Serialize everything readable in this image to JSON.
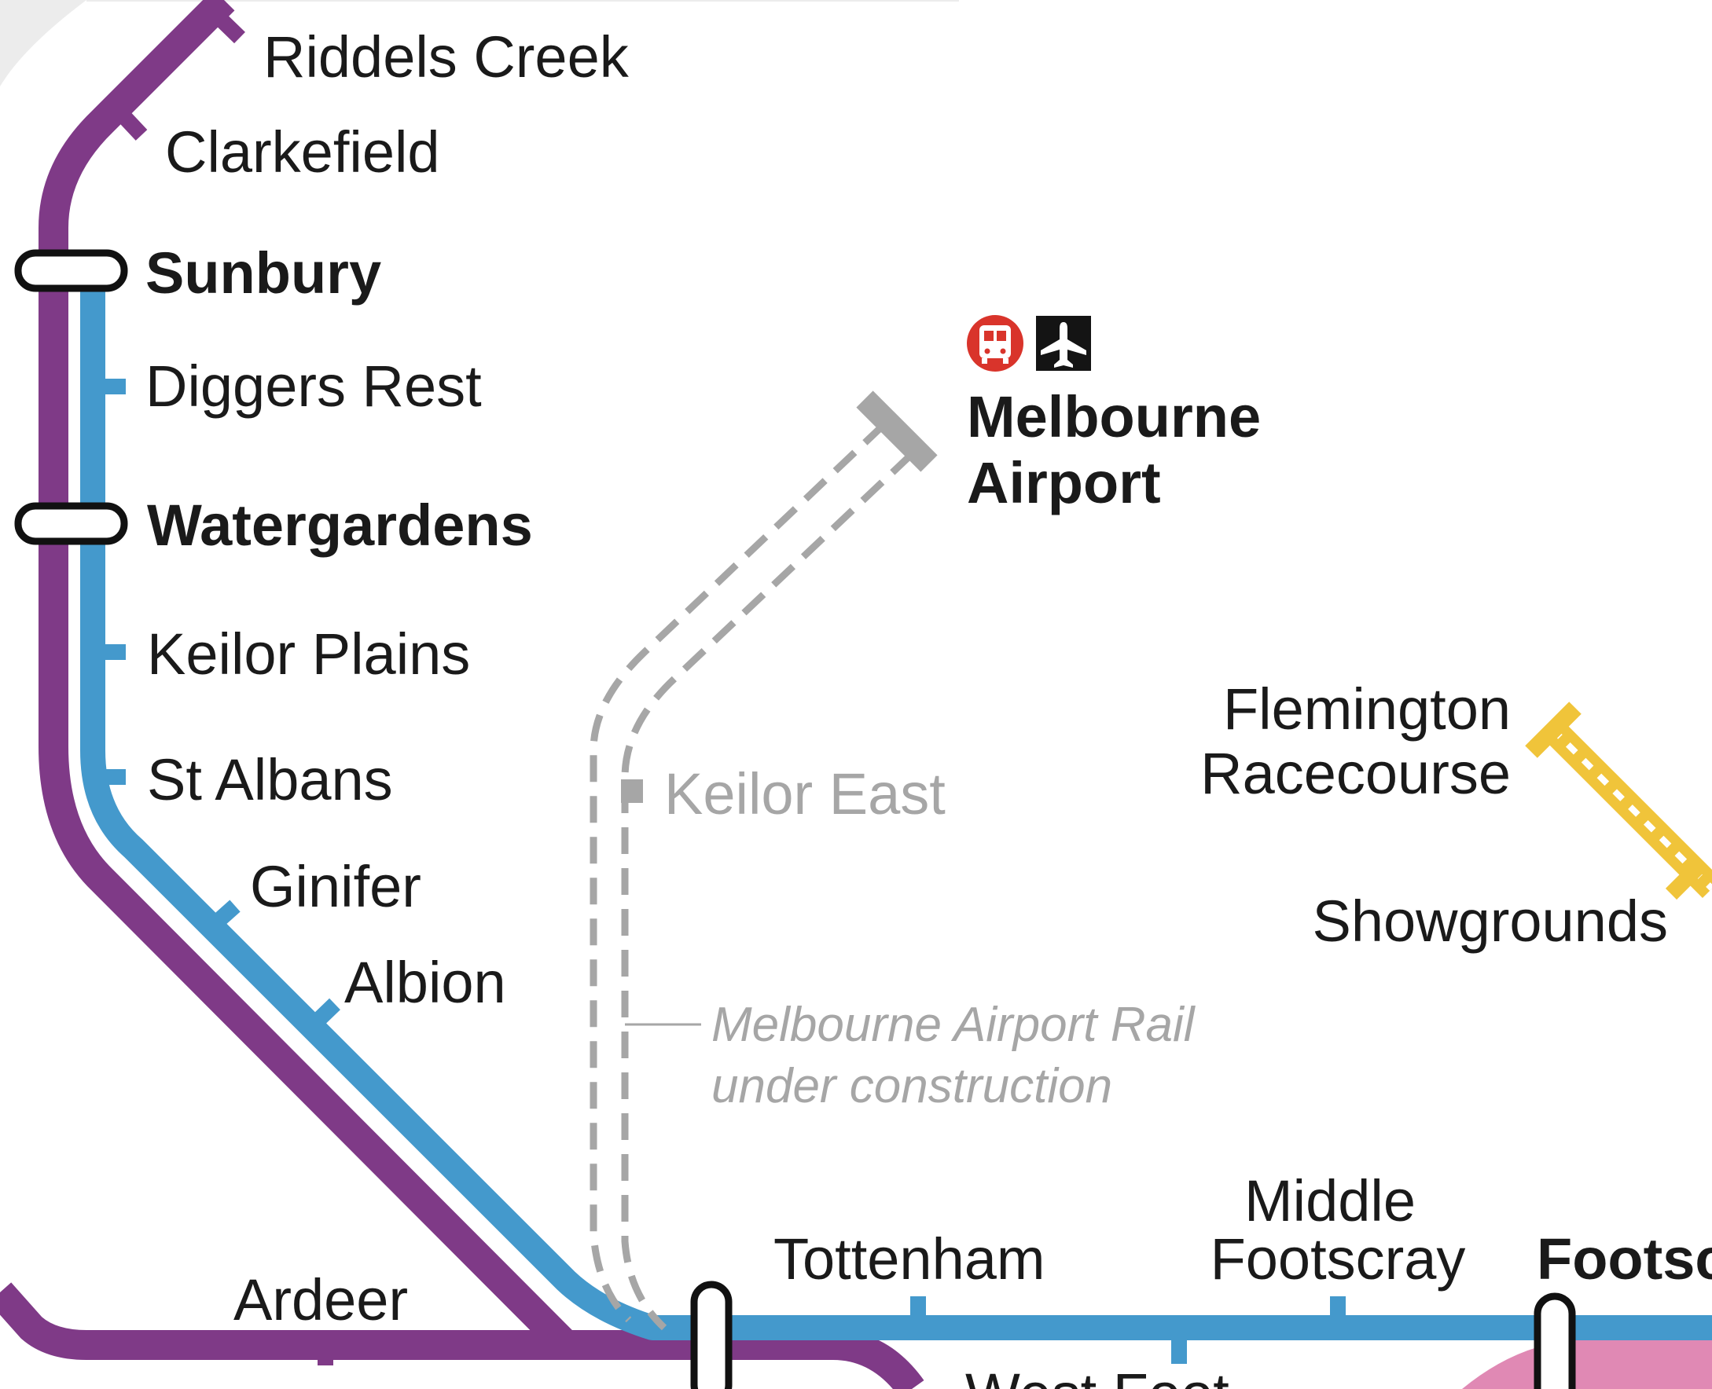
{
  "map": {
    "colors": {
      "background": "#ffffff",
      "corner_shade": "#ececec",
      "sunbury_line": "#4499cc",
      "regional_line": "#7f3a87",
      "flemington_line": "#f0c43a",
      "airport_rail": "#a6a6a6",
      "bus_icon": "#d9342b",
      "airport_icon": "#141414",
      "pink_area": "#e089b4",
      "station_text": "#1a1a1a",
      "inactive_text": "#a6a6a6"
    },
    "stations": {
      "riddells_creek": "Riddels Creek",
      "clarkefield": "Clarkefield",
      "sunbury": "Sunbury",
      "diggers_rest": "Diggers Rest",
      "watergardens": "Watergardens",
      "keilor_plains": "Keilor Plains",
      "st_albans": "St Albans",
      "ginifer": "Ginifer",
      "albion": "Albion",
      "ardeer": "Ardeer",
      "keilor_east": "Keilor East",
      "melbourne_airport_line1": "Melbourne",
      "melbourne_airport_line2": "Airport",
      "flemington_line1": "Flemington",
      "flemington_line2": "Racecourse",
      "showgrounds": "Showgrounds",
      "tottenham": "Tottenham",
      "middle_footscray_line1": "Middle",
      "middle_footscray_line2": "Footscray",
      "footscray_partial": "Footsc",
      "west_footscray_partial": "West Foot"
    },
    "annotations": {
      "airport_rail_line1": "Melbourne Airport Rail",
      "airport_rail_line2": "under construction"
    },
    "icons": {
      "bus": "bus-icon",
      "airport": "plane-icon"
    }
  }
}
